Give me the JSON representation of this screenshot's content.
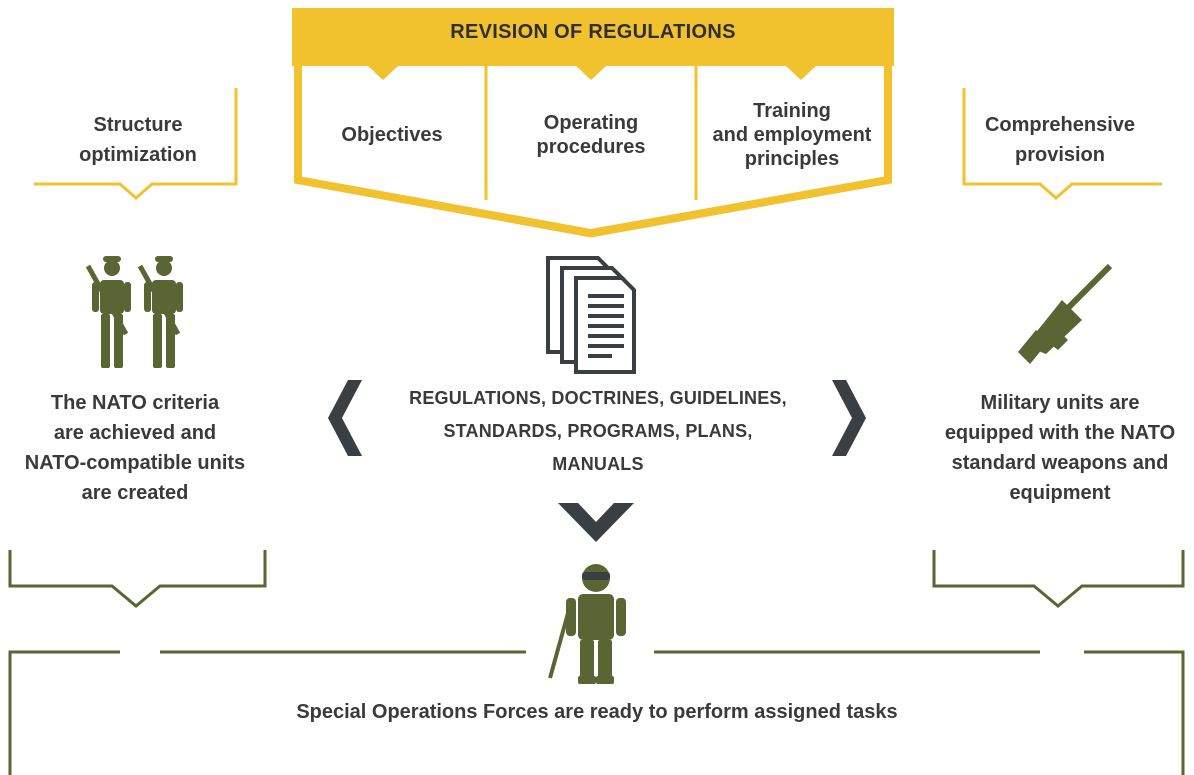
{
  "colors": {
    "yellow": "#f2c12e",
    "olive": "#5a6534",
    "dark": "#3a3f44",
    "text": "#3a3a3a"
  },
  "top": {
    "title": "REVISION OF REGULATIONS",
    "columns": [
      "Objectives",
      "Operating\nprocedures",
      "Training\nand employment\nprinciples"
    ]
  },
  "left": {
    "heading": "Structure\noptimization",
    "result": "The NATO criteria\nare achieved and\nNATO-compatible units\nare created",
    "icon": "soldiers-icon"
  },
  "right": {
    "heading": "Comprehensive\nprovision",
    "result": "Military units are\nequipped with the NATO\nstandard weapons and\nequipment",
    "icon": "rifle-icon"
  },
  "center": {
    "documents": "REGULATIONS, DOCTRINES, GUIDELINES,\nSTANDARDS, PROGRAMS, PLANS,\nMANUALS",
    "icon": "documents-icon"
  },
  "bottom": {
    "outcome": "Special Operations Forces are ready to perform assigned tasks",
    "icon": "special-forces-soldier-icon"
  }
}
